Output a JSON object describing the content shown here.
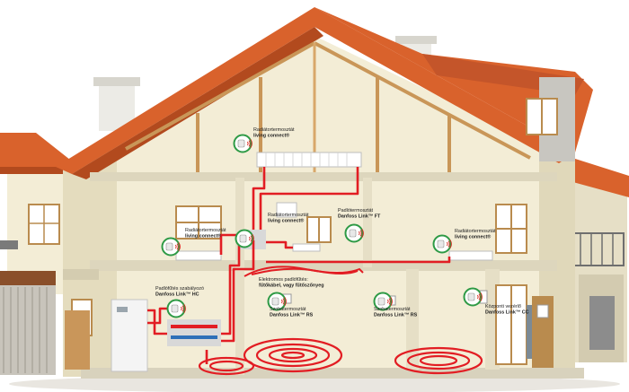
{
  "colors": {
    "roof": "#d9622c",
    "roof_shadow": "#b24a1e",
    "timber": "#d8a86a",
    "wall_cream": "#f3edd6",
    "wall_shadow": "#d9d1b4",
    "heating_pipe": "#e21d23",
    "badge_ring": "#2e9a45",
    "signal": "#d9251d"
  },
  "labels": [
    {
      "id": "attic-radiator-thermostat",
      "icon": "radiator-thermostat-icon",
      "lines": [
        "Radiátortermosztát",
        "living connect®"
      ]
    },
    {
      "id": "left-radiator-thermostat",
      "icon": "radiator-thermostat-icon",
      "lines": [
        "Radiátortermosztát",
        "living connect®"
      ]
    },
    {
      "id": "center-radiator-thermostat",
      "icon": "radiator-thermostat-icon",
      "lines": [
        "Radiátortermosztát",
        "living connect®"
      ]
    },
    {
      "id": "floor-thermostat-ft",
      "icon": "floor-thermostat-icon",
      "lines": [
        "Padlótermosztát",
        "Danfoss Link™ FT"
      ]
    },
    {
      "id": "right-radiator-thermostat",
      "icon": "radiator-thermostat-icon",
      "lines": [
        "Radiátortermosztát",
        "living connect®"
      ]
    },
    {
      "id": "floor-heating-controller",
      "icon": "hydronic-controller-icon",
      "lines": [
        "Padlófűtés szabályozó",
        "Danfoss Link™ HC"
      ]
    },
    {
      "id": "electric-floor-heating",
      "icon": "",
      "lines": [
        "Elektromos padlófűtés:",
        "fűtőkábel, vagy fűtőszőnyeg"
      ]
    },
    {
      "id": "room-thermostat-rs-left",
      "icon": "room-thermostat-icon",
      "lines": [
        "Szobatermosztát",
        "Danfoss Link™ RS"
      ]
    },
    {
      "id": "room-thermostat-rs-right",
      "icon": "room-thermostat-icon",
      "lines": [
        "Szobatermosztát",
        "Danfoss Link™ RS"
      ]
    },
    {
      "id": "central-controller-cc",
      "icon": "central-controller-icon",
      "lines": [
        "Központi vezérlő",
        "Danfoss Link™ CC"
      ]
    }
  ]
}
